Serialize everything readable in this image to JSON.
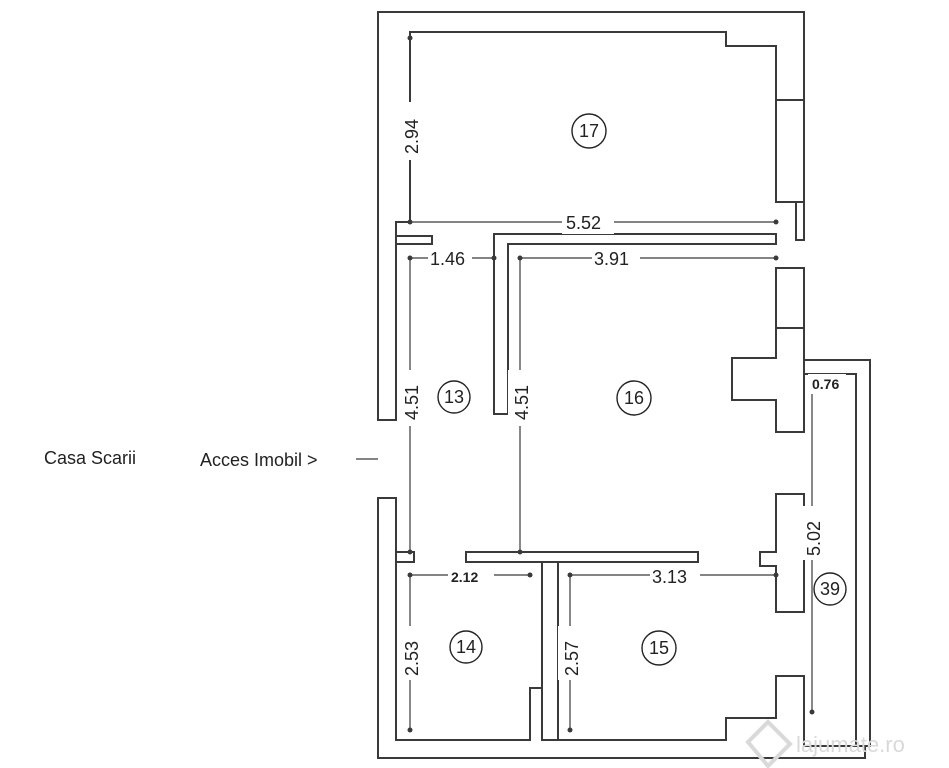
{
  "labels": {
    "stairwell": "Casa Scarii",
    "access": "Acces Imobil >"
  },
  "rooms": {
    "r17": "17",
    "r16": "16",
    "r13": "13",
    "r14": "14",
    "r15": "15",
    "r39": "39"
  },
  "dimensions": {
    "r17_height": "2.94",
    "r17_width": "5.52",
    "r13_width": "1.46",
    "r16_width": "3.91",
    "r13_length": "4.51",
    "r16_length": "4.51",
    "r39_width": "0.76",
    "r39_length": "5.02",
    "r14_width": "2.12",
    "r15_width": "3.13",
    "r14_height": "2.53",
    "r15_height": "2.57"
  },
  "watermark": "lajumate.ro",
  "colors": {
    "wall": "#3a3a3a",
    "background": "#ffffff"
  }
}
